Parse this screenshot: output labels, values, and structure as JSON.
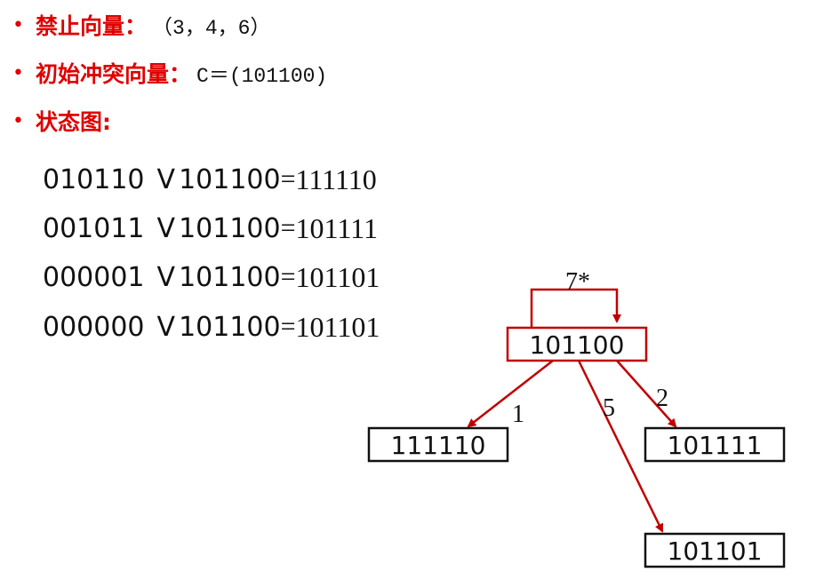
{
  "bullets": [
    {
      "marker": "•",
      "title": "禁止向量：",
      "value": "（3，4，6）"
    },
    {
      "marker": "•",
      "title": "初始冲突向量：",
      "value": " C＝(101100)"
    },
    {
      "marker": "•",
      "title": "状态图:",
      "value": ""
    }
  ],
  "equations": [
    {
      "a": "010110",
      "op": "V",
      "b": "101100",
      "eq": "=",
      "result": "111110"
    },
    {
      "a": "001011",
      "op": "V",
      "b": "101100",
      "eq": "=",
      "result": "101111"
    },
    {
      "a": "000001",
      "op": "V",
      "b": "101100",
      "eq": "=",
      "result": "101101"
    },
    {
      "a": "000000",
      "op": "V",
      "b": "101100",
      "eq": "=",
      "result": "101101"
    }
  ],
  "diagram": {
    "colors": {
      "red": "#c00000",
      "black": "#111111"
    },
    "nodes": [
      {
        "id": "root",
        "label": "101100",
        "border": "red"
      },
      {
        "id": "n1",
        "label": "111110",
        "border": "black"
      },
      {
        "id": "n2",
        "label": "101111",
        "border": "black"
      },
      {
        "id": "n3",
        "label": "101101",
        "border": "black"
      }
    ],
    "edges": [
      {
        "from": "root",
        "to": "root",
        "label": "7*"
      },
      {
        "from": "root",
        "to": "n1",
        "label": "1"
      },
      {
        "from": "root",
        "to": "n3",
        "label": "5"
      },
      {
        "from": "root",
        "to": "n2",
        "label": "2"
      }
    ]
  }
}
